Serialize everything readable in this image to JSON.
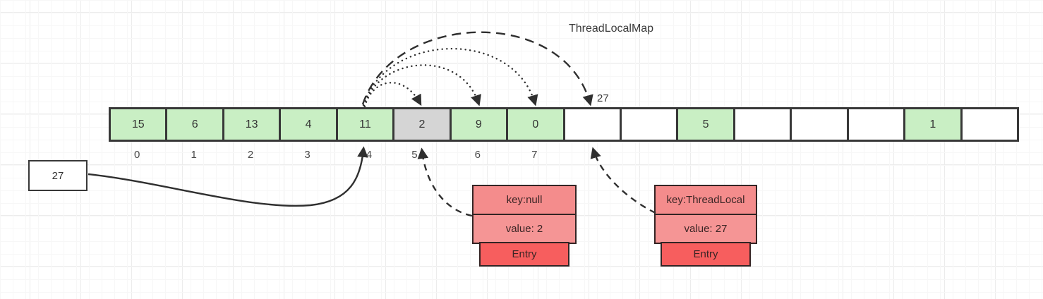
{
  "title": "ThreadLocalMap",
  "colors": {
    "green": "#c9efc4",
    "gray": "#d5d5d5",
    "cellBorder": "#383838",
    "entryBorder": "#332424",
    "entryKeyFill": "#f48c8c",
    "entryValueFill": "#f59595",
    "entryTagFill": "#f75e5e",
    "arrow": "#2f2f2f"
  },
  "array": {
    "cells": [
      {
        "value": "15",
        "state": "occupied"
      },
      {
        "value": "6",
        "state": "occupied"
      },
      {
        "value": "13",
        "state": "occupied"
      },
      {
        "value": "4",
        "state": "occupied"
      },
      {
        "value": "11",
        "state": "occupied"
      },
      {
        "value": "2",
        "state": "stale"
      },
      {
        "value": "9",
        "state": "occupied"
      },
      {
        "value": "0",
        "state": "occupied"
      },
      {
        "value": "",
        "state": "empty"
      },
      {
        "value": "",
        "state": "empty"
      },
      {
        "value": "5",
        "state": "occupied"
      },
      {
        "value": "",
        "state": "empty"
      },
      {
        "value": "",
        "state": "empty"
      },
      {
        "value": "",
        "state": "empty"
      },
      {
        "value": "1",
        "state": "occupied"
      },
      {
        "value": "",
        "state": "empty"
      }
    ],
    "index_labels": [
      "0",
      "1",
      "2",
      "3",
      "4",
      "5",
      "6",
      "7"
    ]
  },
  "hash_pos_label": "27",
  "value_box": {
    "label": "27"
  },
  "entries": [
    {
      "key": "key:null",
      "value": "value: 2",
      "tag": "Entry"
    },
    {
      "key": "key:ThreadLocal",
      "value": "value: 27",
      "tag": "Entry"
    }
  ]
}
